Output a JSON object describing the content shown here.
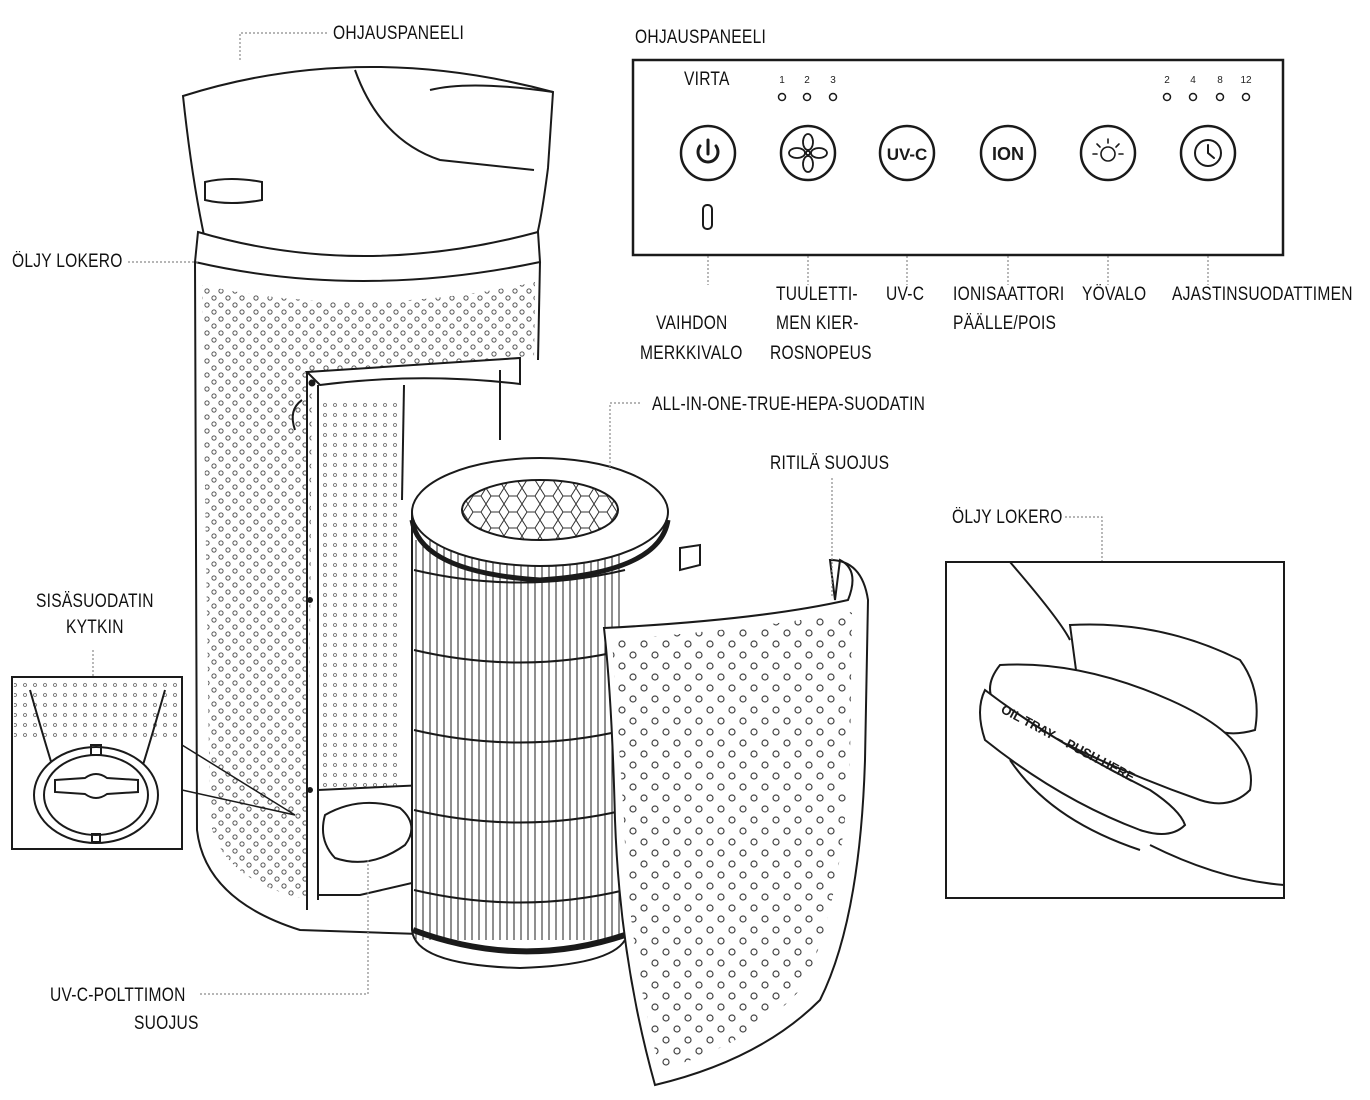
{
  "labels": {
    "control_panel_top": "OHJAUSPANEELI",
    "oil_tray_left": "ÖLJY LOKERO",
    "internal_switch_1": "SISÄSUODATIN",
    "internal_switch_2": "KYTKIN",
    "uvc_cover_1": "UV-C-POLTTIMON",
    "uvc_cover_2": "SUOJUS",
    "hepa_filter": "ALL-IN-ONE-TRUE-HEPA-SUODATIN",
    "grille_cover": "RITILÄ SUOJUS",
    "oil_tray_inset": "ÖLJY LOKERO",
    "oil_tray_print": "OIL TRAY – PUSH HERE"
  },
  "panel": {
    "title": "OHJAUSPANEELI",
    "power_label": "VIRTA",
    "speed_leds": [
      "1",
      "2",
      "3"
    ],
    "timer_leds": [
      "2",
      "4",
      "8",
      "12"
    ],
    "uvc_button": "UV-C",
    "ion_button": "ION",
    "captions": {
      "change_1": "VAIHDON",
      "change_2": "MERKKIVALO",
      "fan_1": "TUULETTI-",
      "fan_2": "MEN KIER-",
      "fan_3": "ROSNOPEUS",
      "uvc": "UV-C",
      "ion_1": "IONISAATTORI",
      "ion_2": "PÄÄLLE/POIS",
      "night": "YÖVALO",
      "timer": "AJASTINSUODATTIMEN"
    }
  },
  "icons": [
    "power-icon",
    "fan-icon",
    "light-icon",
    "clock-icon"
  ],
  "colors": {
    "line": "#1a1a1a",
    "leader": "#8a8a8a",
    "background": "#ffffff"
  }
}
